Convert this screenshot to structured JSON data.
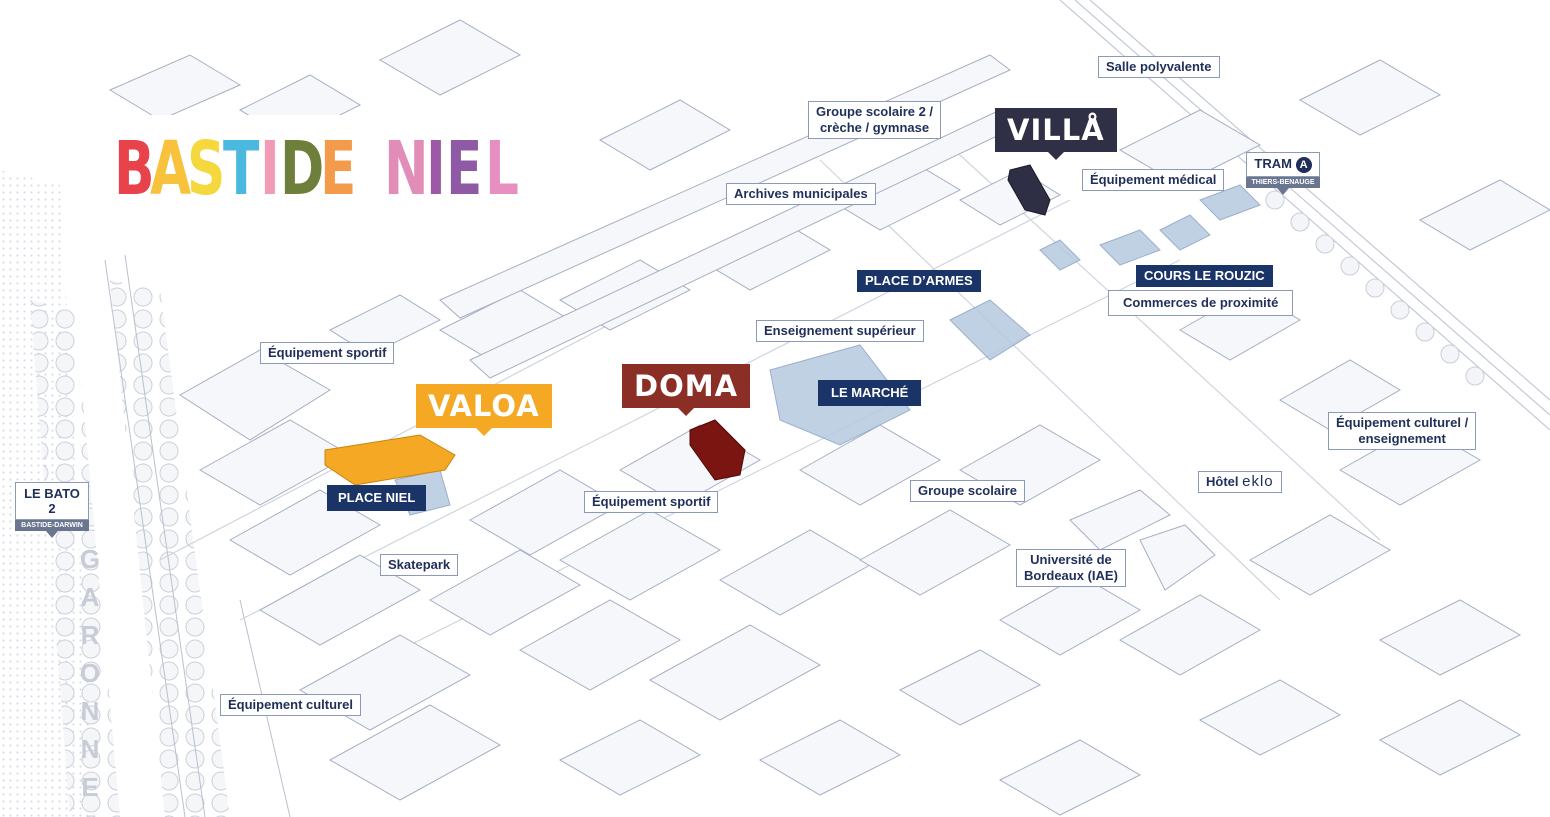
{
  "logo": {
    "letters": [
      {
        "ch": "B",
        "color": "#e8424a"
      },
      {
        "ch": "A",
        "color": "#f9c23c"
      },
      {
        "ch": "S",
        "color": "#f5d83d"
      },
      {
        "ch": "T",
        "color": "#4bb8e0"
      },
      {
        "ch": "I",
        "color": "#f29bb7"
      },
      {
        "ch": "D",
        "color": "#6d7f3a"
      },
      {
        "ch": "E",
        "color": "#f39b4b"
      },
      {
        "ch": " ",
        "color": "#ffffff"
      },
      {
        "ch": "N",
        "color": "#e28cb8"
      },
      {
        "ch": "I",
        "color": "#9b59a6"
      },
      {
        "ch": "E",
        "color": "#8e5aa5"
      },
      {
        "ch": "L",
        "color": "#e78fc0"
      }
    ]
  },
  "projects": {
    "valoa": {
      "label": "VALOA",
      "color": "#f4a823"
    },
    "doma": {
      "label": "DOMA",
      "color": "#8b2e26"
    },
    "villa": {
      "label": "VILLÅ",
      "color": "#2f2f45"
    }
  },
  "labels": {
    "salle_polyvalente": "Salle polyvalente",
    "groupe_scolaire_2_line1": "Groupe scolaire 2 /",
    "groupe_scolaire_2_line2": "crèche / gymnase",
    "archives": "Archives municipales",
    "equipement_medical": "Équipement médical",
    "place_armes": "PLACE D’ARMES",
    "cours_rouzic": "COURS LE ROUZIC",
    "commerces": "Commerces de proximité",
    "enseignement_sup": "Enseignement supérieur",
    "le_marche": "LE MARCHÉ",
    "equipement_sportif_1": "Équipement sportif",
    "equipement_sportif_2": "Équipement sportif",
    "place_niel": "PLACE NIEL",
    "skatepark": "Skatepark",
    "equipement_culturel": "Équipement culturel",
    "groupe_scolaire": "Groupe scolaire",
    "universite_line1": "Université de",
    "universite_line2": "Bordeaux (IAE)",
    "hotel": "Hôtel",
    "hotel_brand": "eklo",
    "culturel_ens_line1": "Équipement culturel /",
    "culturel_ens_line2": "enseignement"
  },
  "stations": {
    "tram": {
      "name": "TRAM",
      "line": "A",
      "sub": "THIERS-BENAUGE"
    },
    "bato": {
      "name": "LE BATO 2",
      "sub": "BASTIDE-DARWIN"
    }
  },
  "river": {
    "name": "GARONNE"
  },
  "colors": {
    "label_text": "#1f2f5a",
    "dark_label": "#1b3468",
    "building_line": "#a6afc3",
    "water_blue": "#b7c9e0"
  }
}
